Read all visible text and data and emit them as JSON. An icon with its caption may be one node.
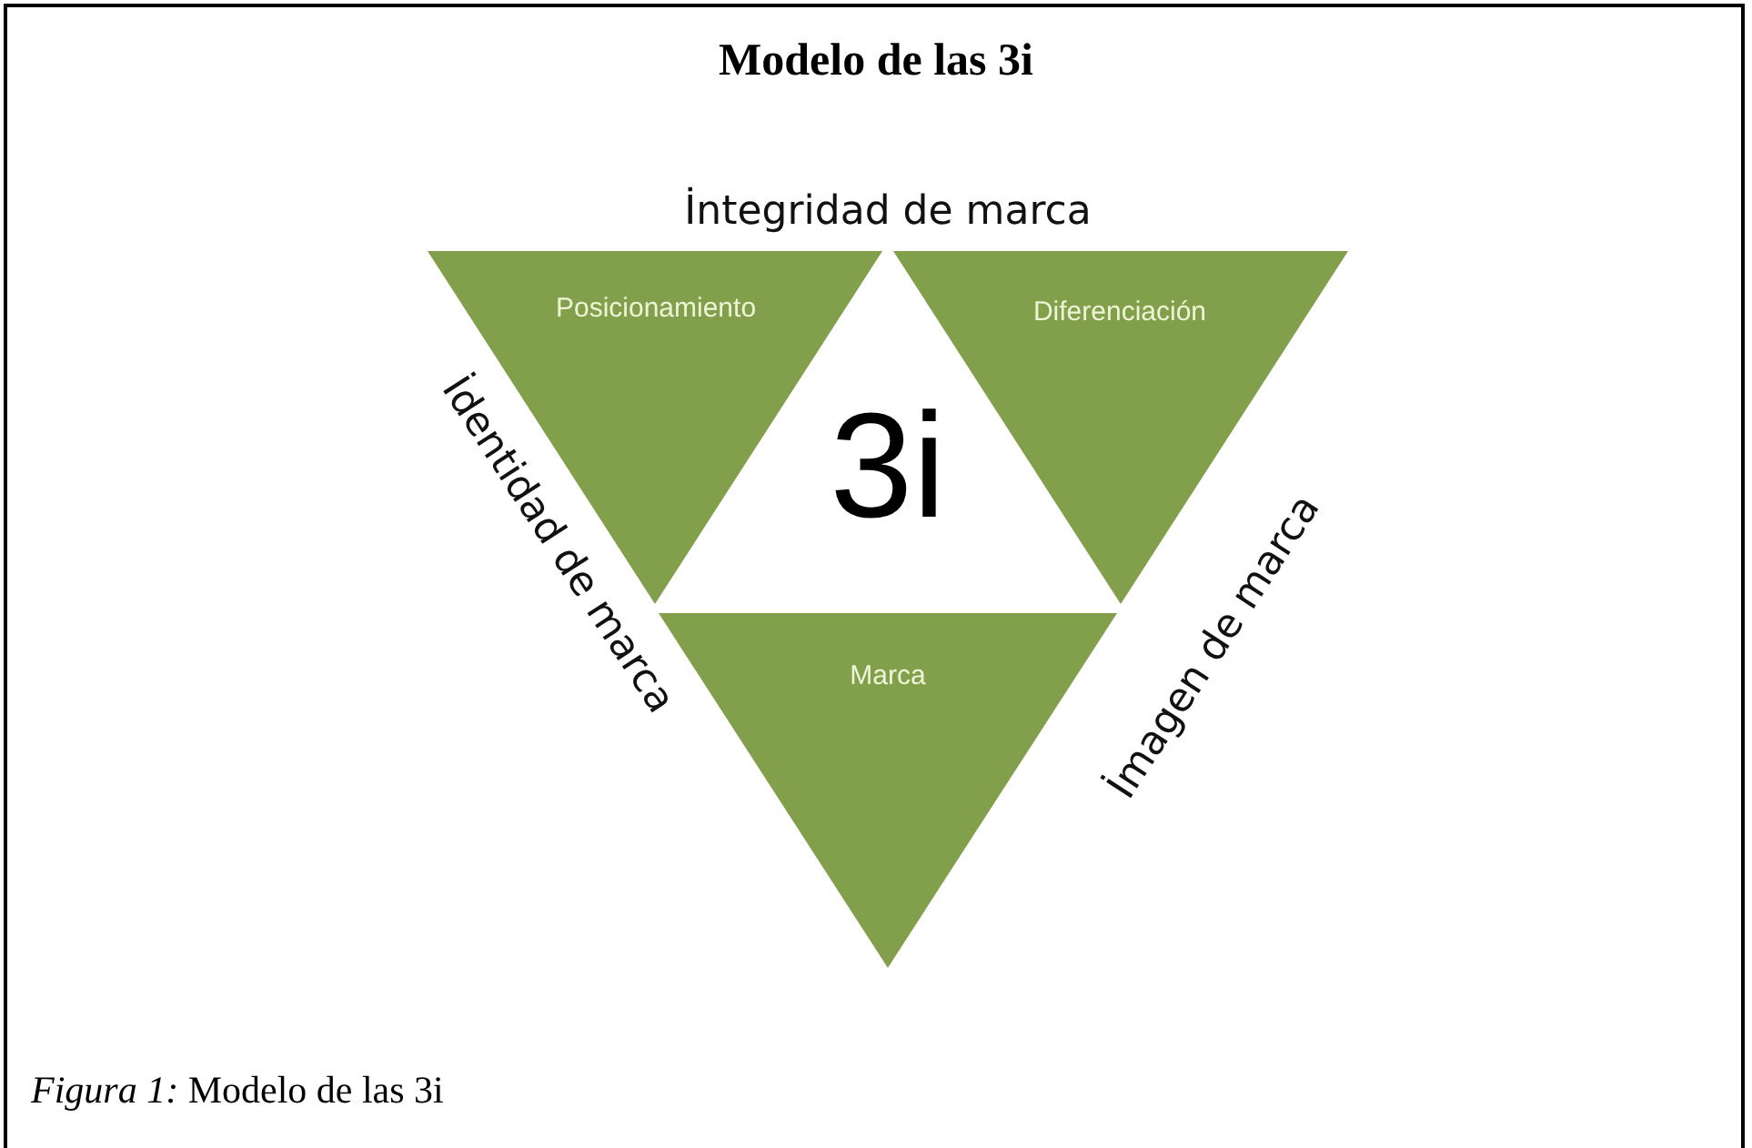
{
  "diagram": {
    "title": "Modelo de las 3i",
    "caption": "*Figura 1:* Modelo de las 3i",
    "nodes": [
      {
        "text": [
          "Posicionamiento"
        ]
      },
      {
        "text": [
          "Diferenciación"
        ]
      },
      {
        "text": [
          "3i"
        ]
      },
      {
        "text": [
          "Marca"
        ]
      }
    ],
    "labels": [
      "İntegridad de marca",
      "İdentidad de marca",
      "İmagen de marca"
    ]
  }
}
